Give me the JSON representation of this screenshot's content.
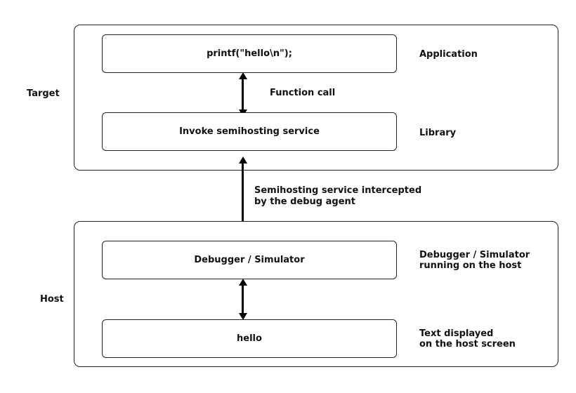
{
  "diagram": {
    "target": {
      "label": "Target",
      "app_box": {
        "text": "printf(\"hello\\n\");",
        "side_label": "Application"
      },
      "function_call_arrow_label": "Function call",
      "lib_box": {
        "text": "Invoke semihosting service",
        "side_label": "Library"
      }
    },
    "link": {
      "label": "Semihosting service intercepted\nby the debug agent"
    },
    "host": {
      "label": "Host",
      "debugger_box": {
        "text": "Debugger / Simulator",
        "side_label": "Debugger / Simulator\nrunning on the host"
      },
      "output_box": {
        "text": "hello",
        "side_label": "Text displayed\non the host screen"
      }
    }
  }
}
